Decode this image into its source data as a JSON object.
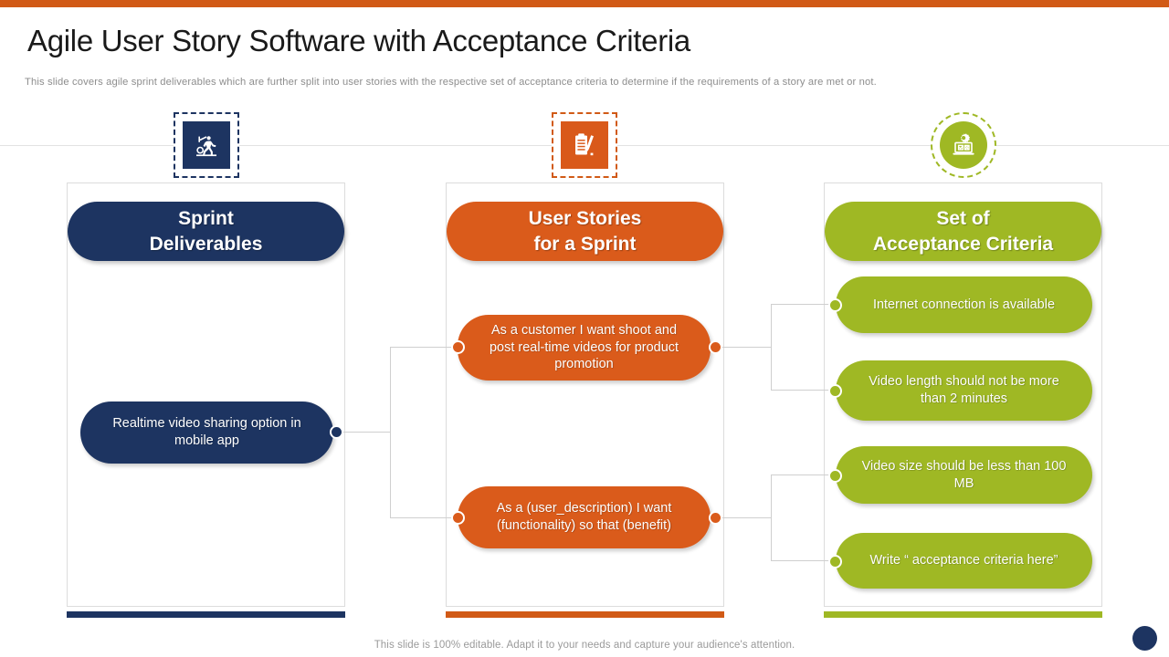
{
  "header": {
    "title": "Agile User Story Software with Acceptance Criteria",
    "subtitle": "This slide covers agile sprint deliverables  which are further  split into user stories with the respective  set of acceptance criteria to determine  if the requirements  of a story are met or not."
  },
  "icons": {
    "sprint": "sprint-runner-icon",
    "stories": "clipboard-pencil-icon",
    "criteria": "laptop-gear-check-icon"
  },
  "colors": {
    "navy": "#1d3461",
    "orange": "#da5b1b",
    "orange_bar": "#d15a16",
    "green": "#9fb824",
    "line": "#cfcfcf",
    "frame": "#dcdcdc"
  },
  "columns": [
    {
      "id": "sprint",
      "header": "Sprint\nDeliverables",
      "header_line1": "Sprint",
      "header_line2": "Deliverables",
      "items": [
        {
          "text": "Realtime video sharing option in mobile app"
        }
      ]
    },
    {
      "id": "stories",
      "header": "User Stories\nfor a Sprint",
      "header_line1": "User Stories",
      "header_line2": "for a Sprint",
      "items": [
        {
          "text": "As a customer I want shoot and post real-time videos for product promotion"
        },
        {
          "text": "As a (user_description) I want (functionality) so that (benefit)"
        }
      ]
    },
    {
      "id": "criteria",
      "header": "Set of\nAcceptance Criteria",
      "header_line1": "Set of",
      "header_line2": "Acceptance Criteria",
      "items": [
        {
          "text": "Internet connection is available"
        },
        {
          "text": "Video length should not be more than 2 minutes"
        },
        {
          "text": "Video size should be less than 100 MB"
        },
        {
          "text": "Write “ acceptance criteria here”"
        }
      ]
    }
  ],
  "footer": {
    "note": "This slide is 100% editable. Adapt it to your needs and capture your audience's attention."
  }
}
